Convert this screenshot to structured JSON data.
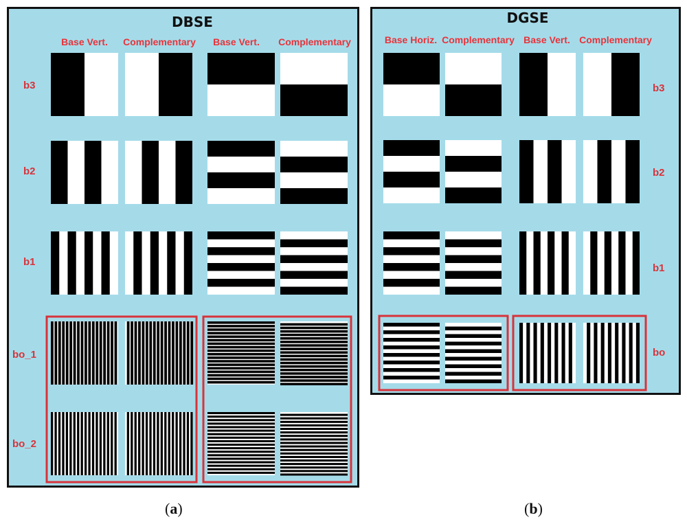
{
  "panels": [
    {
      "id": "a",
      "title": "DBSE",
      "column_headers": [
        "Base Vert.",
        "Complementary",
        "Base Vert.",
        "Complementary"
      ],
      "row_labels": [
        "b3",
        "b2",
        "b1",
        "bo_1",
        "bo_2"
      ],
      "caption": "a"
    },
    {
      "id": "b",
      "title": "DGSE",
      "column_headers": [
        "Base Horiz.",
        "Complementary",
        "Base Vert.",
        "Complementary"
      ],
      "row_labels": [
        "b3",
        "b2",
        "b1",
        "bo"
      ],
      "caption": "b"
    }
  ],
  "colors": {
    "panel_background": "#a5dbe9",
    "label_red": "#d8333a",
    "highlight_box": "#d8333a",
    "pattern_black": "#000000",
    "pattern_white": "#ffffff"
  },
  "patterns": {
    "a": [
      {
        "row": "b3",
        "cells": [
          {
            "orient": "vertical",
            "stripes": 2,
            "start": "black"
          },
          {
            "orient": "vertical",
            "stripes": 2,
            "start": "white"
          },
          {
            "orient": "horizontal",
            "stripes": 2,
            "start": "black"
          },
          {
            "orient": "horizontal",
            "stripes": 2,
            "start": "white"
          }
        ]
      },
      {
        "row": "b2",
        "cells": [
          {
            "orient": "vertical",
            "stripes": 4,
            "start": "black"
          },
          {
            "orient": "vertical",
            "stripes": 4,
            "start": "white"
          },
          {
            "orient": "horizontal",
            "stripes": 4,
            "start": "black"
          },
          {
            "orient": "horizontal",
            "stripes": 4,
            "start": "white"
          }
        ]
      },
      {
        "row": "b1",
        "cells": [
          {
            "orient": "vertical",
            "stripes": 8,
            "start": "black"
          },
          {
            "orient": "vertical",
            "stripes": 8,
            "start": "white"
          },
          {
            "orient": "horizontal",
            "stripes": 8,
            "start": "black"
          },
          {
            "orient": "horizontal",
            "stripes": 8,
            "start": "white"
          }
        ]
      },
      {
        "row": "bo_1",
        "cells": [
          {
            "orient": "vertical",
            "stripes": 36,
            "start": "black",
            "duty": 0.72
          },
          {
            "orient": "vertical",
            "stripes": 36,
            "start": "white",
            "duty": 0.72
          },
          {
            "orient": "horizontal",
            "stripes": 36,
            "start": "black",
            "duty": 0.72
          },
          {
            "orient": "horizontal",
            "stripes": 36,
            "start": "white",
            "duty": 0.72
          }
        ]
      },
      {
        "row": "bo_2",
        "cells": [
          {
            "orient": "vertical",
            "stripes": 36,
            "start": "black",
            "duty": 0.6
          },
          {
            "orient": "vertical",
            "stripes": 36,
            "start": "white",
            "duty": 0.6
          },
          {
            "orient": "horizontal",
            "stripes": 36,
            "start": "black",
            "duty": 0.6
          },
          {
            "orient": "horizontal",
            "stripes": 36,
            "start": "white",
            "duty": 0.6
          }
        ]
      }
    ],
    "b": [
      {
        "row": "b3",
        "cells": [
          {
            "orient": "horizontal",
            "stripes": 2,
            "start": "black"
          },
          {
            "orient": "horizontal",
            "stripes": 2,
            "start": "white"
          },
          {
            "orient": "vertical",
            "stripes": 2,
            "start": "black"
          },
          {
            "orient": "vertical",
            "stripes": 2,
            "start": "white"
          }
        ]
      },
      {
        "row": "b2",
        "cells": [
          {
            "orient": "horizontal",
            "stripes": 4,
            "start": "black"
          },
          {
            "orient": "horizontal",
            "stripes": 4,
            "start": "white"
          },
          {
            "orient": "vertical",
            "stripes": 4,
            "start": "black"
          },
          {
            "orient": "vertical",
            "stripes": 4,
            "start": "white"
          }
        ]
      },
      {
        "row": "b1",
        "cells": [
          {
            "orient": "horizontal",
            "stripes": 8,
            "start": "black"
          },
          {
            "orient": "horizontal",
            "stripes": 8,
            "start": "white"
          },
          {
            "orient": "vertical",
            "stripes": 8,
            "start": "black"
          },
          {
            "orient": "vertical",
            "stripes": 8,
            "start": "white"
          }
        ]
      },
      {
        "row": "bo",
        "cells": [
          {
            "orient": "horizontal",
            "stripes": 16,
            "start": "black"
          },
          {
            "orient": "horizontal",
            "stripes": 16,
            "start": "white"
          },
          {
            "orient": "vertical",
            "stripes": 16,
            "start": "black"
          },
          {
            "orient": "vertical",
            "stripes": 16,
            "start": "white"
          }
        ]
      }
    ]
  }
}
